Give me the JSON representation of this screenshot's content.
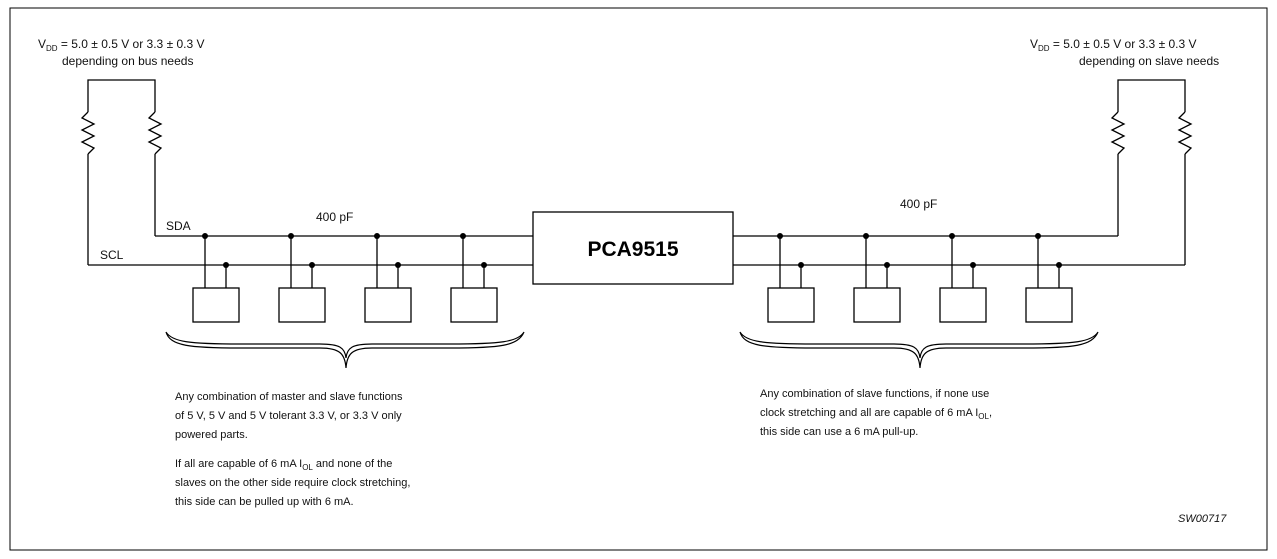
{
  "left_supply": {
    "vdd_prefix": "V",
    "vdd_sub": "DD",
    "vdd_value": " = 5.0 ± 0.5 V or 3.3 ± 0.3 V",
    "note": "depending on bus needs"
  },
  "right_supply": {
    "vdd_prefix": "V",
    "vdd_sub": "DD",
    "vdd_value": " = 5.0 ± 0.5 V or 3.3 ± 0.3 V",
    "note": "depending on slave needs"
  },
  "bus": {
    "sda_label": "SDA",
    "scl_label": "SCL",
    "left_capacitance": "400 pF",
    "right_capacitance": "400 pF"
  },
  "chip": {
    "label": "PCA9515"
  },
  "left_notes": {
    "p1_line1": "Any combination of master and slave functions",
    "p1_line2": "of 5 V, 5 V and 5 V tolerant 3.3 V, or 3.3 V only",
    "p1_line3": "powered parts.",
    "p2_line1_a": "If all are capable of 6 mA I",
    "p2_line1_sub": "OL",
    "p2_line1_b": " and none of the",
    "p2_line2": "slaves on the other side require clock stretching,",
    "p2_line3": "this side can be pulled up with 6 mA."
  },
  "right_notes": {
    "line1": "Any combination of slave functions, if none use",
    "line2_a": "clock stretching and all are capable of 6 mA I",
    "line2_sub": "OL",
    "line2_b": ",",
    "line3": "this side can use a 6 mA pull-up."
  },
  "figure_ref": "SW00717"
}
